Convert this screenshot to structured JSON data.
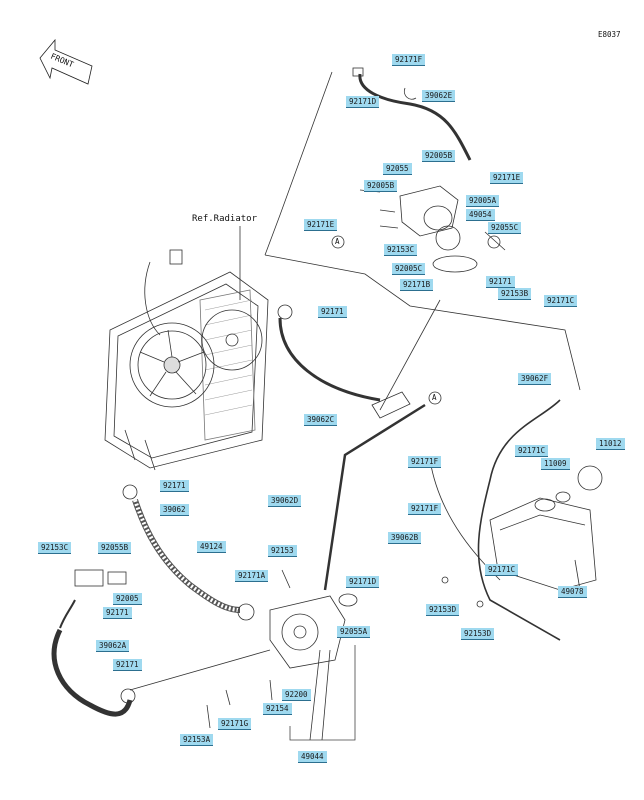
{
  "diagram_code": "E8037",
  "front_label": "FRONT",
  "ref_label": "Ref.Radiator",
  "markers": [
    "A",
    "A"
  ],
  "part_numbers": [
    "92171F",
    "92171D",
    "39062E",
    "92005B",
    "92055",
    "92171E",
    "92005B",
    "92005A",
    "49054",
    "92055C",
    "92171E",
    "92153C",
    "92005C",
    "92171",
    "92171B",
    "92153B",
    "92171C",
    "92171",
    "39062C",
    "39062F",
    "92171C",
    "11012",
    "11009",
    "92171F",
    "92171F",
    "39062D",
    "92171",
    "39062",
    "92153C",
    "92055B",
    "49124",
    "92153",
    "92171A",
    "92171D",
    "92005",
    "92171",
    "39062B",
    "92171C",
    "49078",
    "92153D",
    "92153D",
    "39062A",
    "92055A",
    "92171",
    "92200",
    "92154",
    "92171G",
    "92153A",
    "49044"
  ]
}
